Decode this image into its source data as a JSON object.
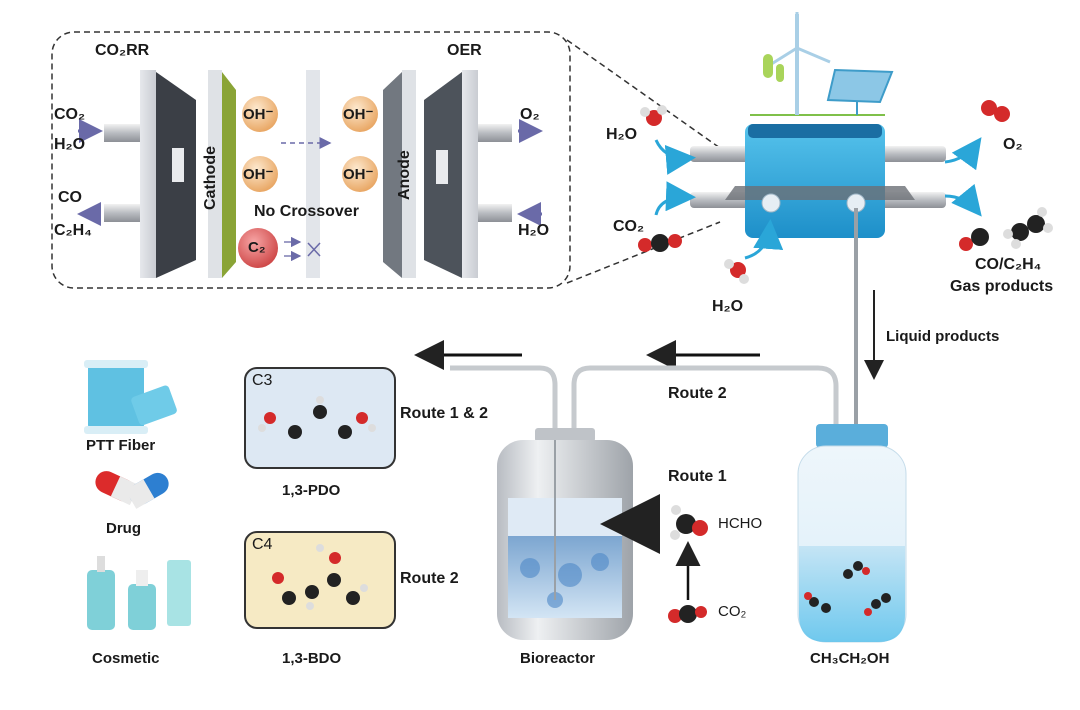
{
  "inset": {
    "left_title": "CO₂RR",
    "right_title": "OER",
    "cathode": "Cathode",
    "anode": "Anode",
    "ion": "OH⁻",
    "no_crossover": "No Crossover",
    "c2": "C₂",
    "in_left": [
      "CO₂",
      "H₂O"
    ],
    "out_left": [
      "CO",
      "C₂H₄"
    ],
    "out_right": "O₂",
    "in_right": "H₂O"
  },
  "electrolyzer": {
    "in_top": "H₂O",
    "in_bottom": "CO₂",
    "in_under": "H₂O",
    "out_top": "O₂",
    "out_gas_formula": "CO/C₂H₄",
    "out_gas_label": "Gas products",
    "liquid_label": "Liquid products"
  },
  "routes": {
    "route_12": "Route 1 & 2",
    "route_2_top": "Route 2",
    "route_1": "Route 1",
    "route_2_c4": "Route 2",
    "hcho": "HCHO",
    "co2": "CO₂"
  },
  "vessels": {
    "bioreactor": "Bioreactor",
    "ethanol": "CH₃CH₂OH"
  },
  "products": {
    "c3_tag": "C3",
    "c3_name": "1,3-PDO",
    "c4_tag": "C4",
    "c4_name": "1,3-BDO",
    "colors": {
      "c3_box": "#dde8f3",
      "c4_box": "#f6eac4"
    }
  },
  "applications": [
    "PTT Fiber",
    "Drug",
    "Cosmetic"
  ],
  "colors": {
    "accent": "#2aa6d8",
    "oxygen": "#d42a2a",
    "carbon": "#222222",
    "ion": "#f2c48e"
  }
}
